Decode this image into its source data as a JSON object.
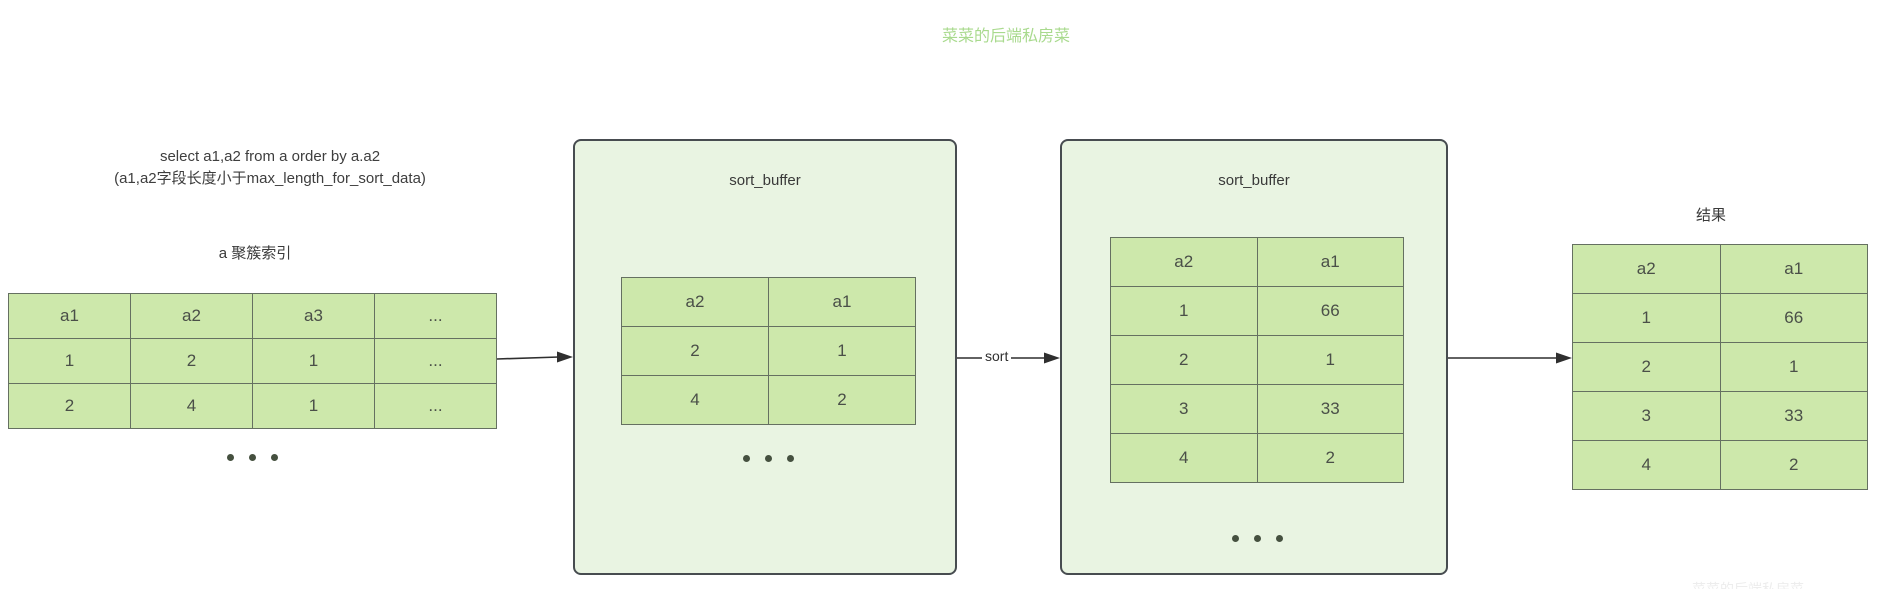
{
  "watermark": {
    "top": "菜菜的后端私房菜",
    "bottom": "菜菜的后端私房菜"
  },
  "query": {
    "line1": "select a1,a2 from a order by a.a2",
    "line2": "(a1,a2字段长度小于max_length_for_sort_data)"
  },
  "clustered_index": {
    "title": "a 聚簇索引",
    "table": {
      "headers": [
        "a1",
        "a2",
        "a3",
        "..."
      ],
      "rows": [
        [
          "1",
          "2",
          "1",
          "..."
        ],
        [
          "2",
          "4",
          "1",
          "..."
        ]
      ]
    }
  },
  "sort_buffer_1": {
    "title": "sort_buffer",
    "table": {
      "headers": [
        "a2",
        "a1"
      ],
      "rows": [
        [
          "2",
          "1"
        ],
        [
          "4",
          "2"
        ]
      ]
    }
  },
  "sort_buffer_2": {
    "title": "sort_buffer",
    "table": {
      "headers": [
        "a2",
        "a1"
      ],
      "rows": [
        [
          "1",
          "66"
        ],
        [
          "2",
          "1"
        ],
        [
          "3",
          "33"
        ],
        [
          "4",
          "2"
        ]
      ]
    }
  },
  "result": {
    "title": "结果",
    "table": {
      "headers": [
        "a2",
        "a1"
      ],
      "rows": [
        [
          "1",
          "66"
        ],
        [
          "2",
          "1"
        ],
        [
          "3",
          "33"
        ],
        [
          "4",
          "2"
        ]
      ]
    }
  },
  "arrows": {
    "sort_label": "sort"
  },
  "icons": {
    "ellipsis_dots": "three-dots-ellipsis"
  },
  "colors": {
    "cell_fill": "#cde8ab",
    "box_fill": "#e9f4e2",
    "cell_border": "#657061",
    "box_border": "#474c50",
    "watermark_green": "#a9da8e",
    "text_dark": "#3e3e3e",
    "arrow": "#2f2f2f"
  }
}
